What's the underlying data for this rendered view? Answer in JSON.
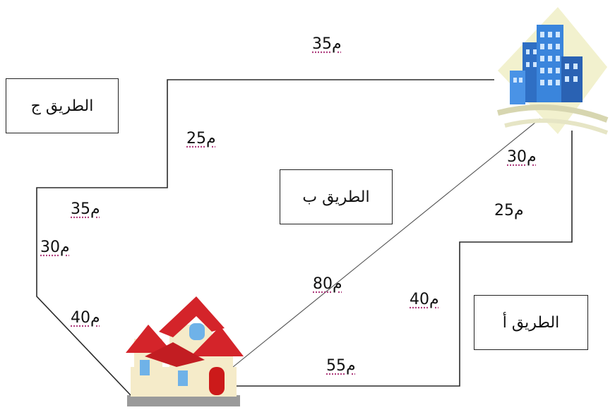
{
  "roads": {
    "road_a": "الطريق أ",
    "road_b": "الطريق  ب",
    "road_c": "الطريق ج"
  },
  "distances": {
    "top": "35م",
    "road_c_seg_25": "25م",
    "road_c_seg_35": "35م",
    "road_c_seg_30": "30م",
    "road_c_seg_40": "40م",
    "road_b_seg_80": "80م",
    "road_a_seg_30": "30م",
    "road_a_seg_25": "25م",
    "road_a_seg_40": "40م",
    "road_a_seg_55": "55م"
  },
  "icons": {
    "start": "house-icon",
    "end": "office-building-icon"
  },
  "colors": {
    "line": "#2b2b2b",
    "house_roof": "#d4242a",
    "building": "#3a7fd4"
  }
}
